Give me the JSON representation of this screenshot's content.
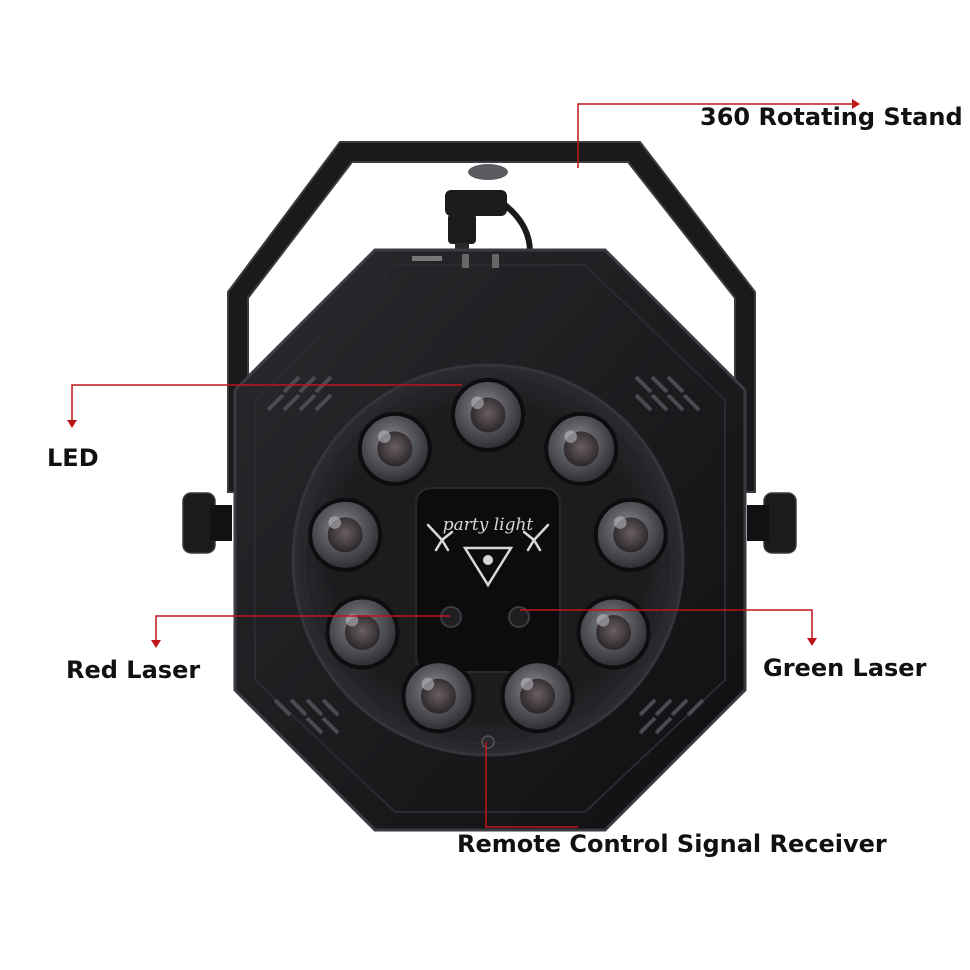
{
  "labels": {
    "stand": "360 Rotating Stand",
    "led": "LED",
    "red_laser": "Red Laser",
    "green_laser": "Green Laser",
    "remote": "Remote Control Signal Receiver"
  },
  "product": {
    "panel_text": "party light",
    "led_count": 9
  },
  "colors": {
    "leader_line": "#c0151b",
    "body": "#151517",
    "label": "#111111"
  }
}
